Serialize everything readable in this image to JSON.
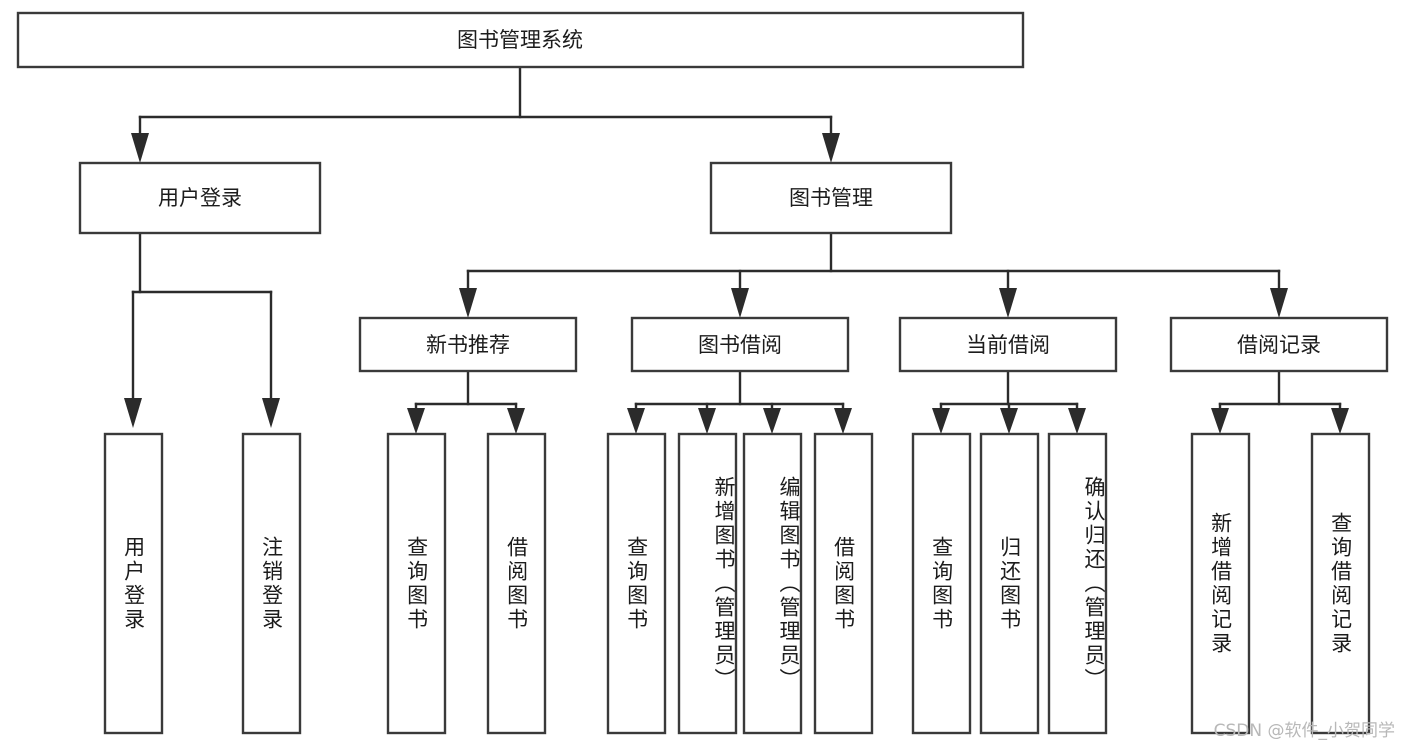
{
  "diagram": {
    "title": "图书管理系统",
    "type": "tree",
    "watermark": "CSDN @软件_小贺同学",
    "colors": {
      "box_stroke": "#3a3a3a",
      "connector": "#2b2b2b",
      "text": "#1c1c1c",
      "background": "#ffffff",
      "watermark": "#b8b8b8"
    },
    "levels": {
      "root": {
        "label": "图书管理系统"
      },
      "level2": [
        {
          "label": "用户登录"
        },
        {
          "label": "图书管理"
        }
      ],
      "level3": [
        {
          "label": "新书推荐",
          "parent": "图书管理"
        },
        {
          "label": "图书借阅",
          "parent": "图书管理"
        },
        {
          "label": "当前借阅",
          "parent": "图书管理"
        },
        {
          "label": "借阅记录",
          "parent": "图书管理"
        }
      ],
      "leaves": [
        {
          "label": "用户登录",
          "parent": "用户登录"
        },
        {
          "label": "注销登录",
          "parent": "用户登录"
        },
        {
          "label": "查询图书",
          "parent": "新书推荐"
        },
        {
          "label": "借阅图书",
          "parent": "新书推荐"
        },
        {
          "label": "查询图书",
          "parent": "图书借阅"
        },
        {
          "label": "新增图书（管理员）",
          "parent": "图书借阅"
        },
        {
          "label": "编辑图书（管理员）",
          "parent": "图书借阅"
        },
        {
          "label": "借阅图书",
          "parent": "图书借阅"
        },
        {
          "label": "查询图书",
          "parent": "当前借阅"
        },
        {
          "label": "归还图书",
          "parent": "当前借阅"
        },
        {
          "label": "确认归还（管理员）",
          "parent": "当前借阅"
        },
        {
          "label": "新增借阅记录",
          "parent": "借阅记录"
        },
        {
          "label": "查询借阅记录",
          "parent": "借阅记录"
        }
      ]
    }
  }
}
